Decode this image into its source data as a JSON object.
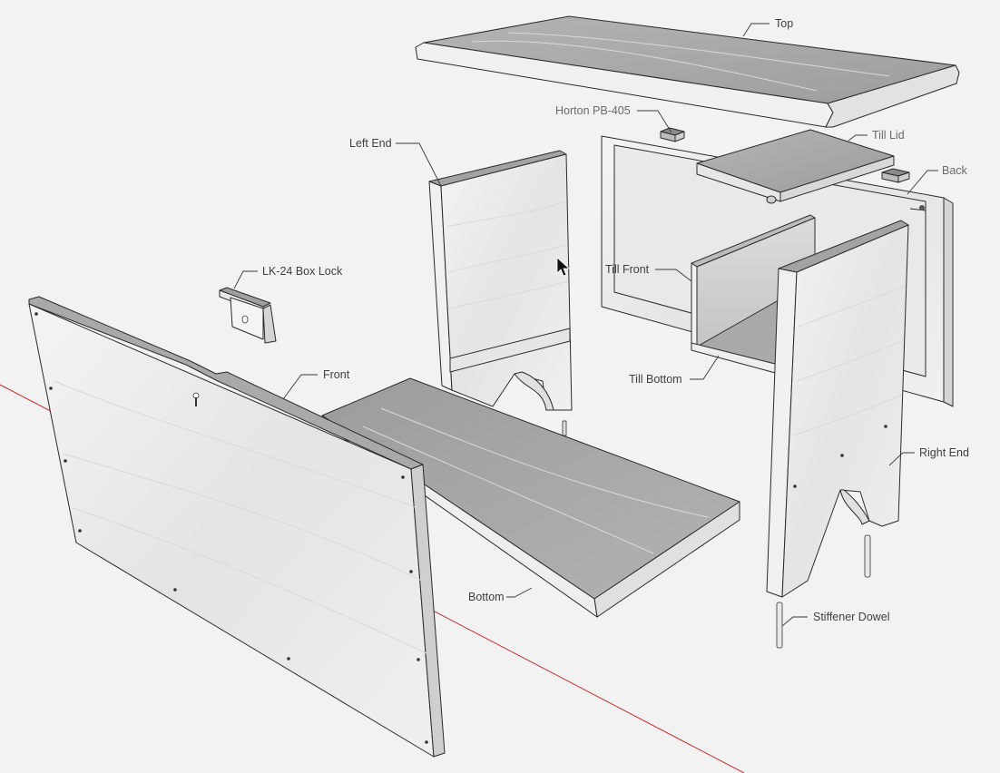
{
  "labels": {
    "top": "Top",
    "horton": "Horton PB-405",
    "left_end": "Left End",
    "till_lid": "Till Lid",
    "back": "Back",
    "box_lock": "LK-24 Box Lock",
    "till_front": "Till Front",
    "front": "Front",
    "till_bottom": "Till Bottom",
    "right_end": "Right End",
    "bottom": "Bottom",
    "stiffener_dowel": "Stiffener Dowel"
  },
  "colors": {
    "background": "#f2f2f2",
    "axis_red": "#c83232",
    "wood_top_face": "#a9a9a9",
    "wood_light_face": "#eeeeee",
    "wood_mid_face": "#cfcfcf",
    "wood_dark_face": "#9a9a9a",
    "label_text": "#404040"
  },
  "cursor": {
    "icon": "mouse-pointer-icon"
  }
}
